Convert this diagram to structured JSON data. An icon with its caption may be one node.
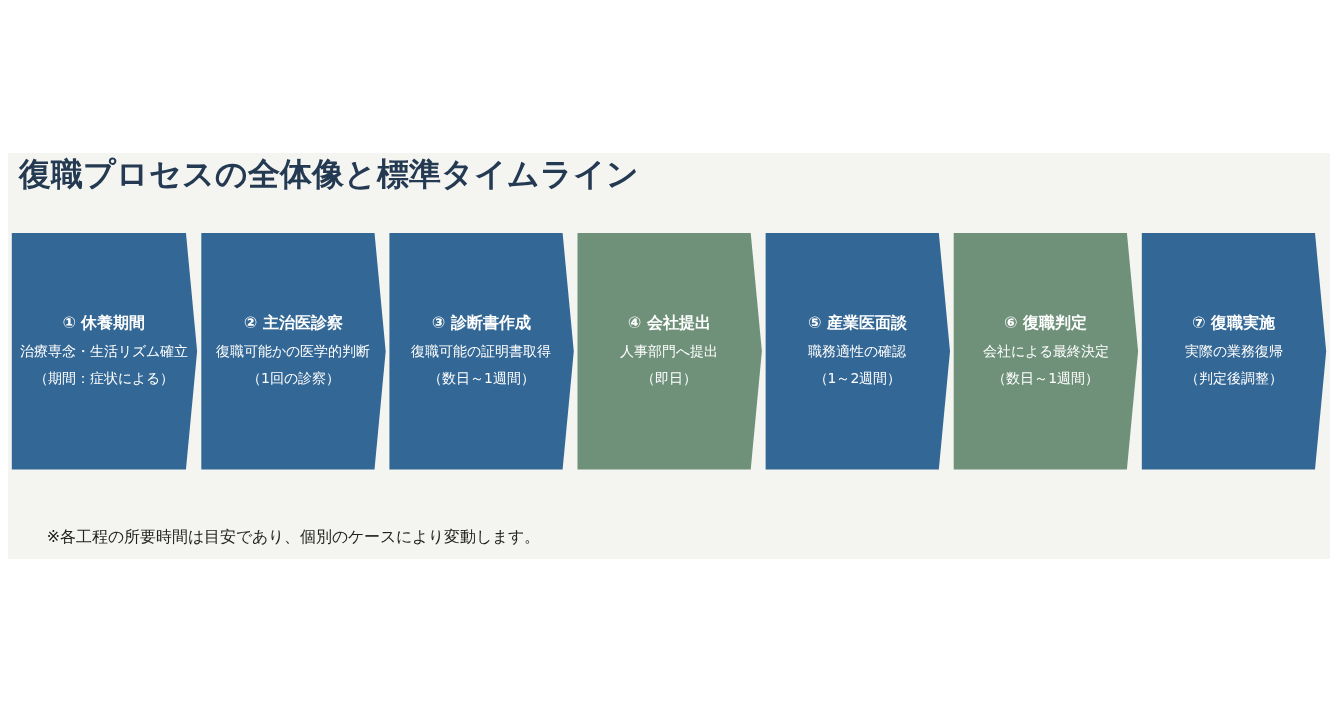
{
  "diagram": {
    "title": "復職プロセスの全体像と標準タイムライン",
    "nodes": [
      {
        "text": [
          "① 休養期間",
          "治療専念・生活リズム確立",
          "（期間：症状による）"
        ]
      },
      {
        "text": [
          "② 主治医診察",
          "復職可能かの医学的判断",
          "（1回の診察）"
        ]
      },
      {
        "text": [
          "③ 診断書作成",
          "復職可能の証明書取得",
          "（数日～1週間）"
        ]
      },
      {
        "text": [
          "④ 会社提出",
          "人事部門へ提出",
          "（即日）"
        ]
      },
      {
        "text": [
          "⑤ 産業医面談",
          "職務適性の確認",
          "（1～2週間）"
        ]
      },
      {
        "text": [
          "⑥ 復職判定",
          "会社による最終決定",
          "（数日～1週間）"
        ]
      },
      {
        "text": [
          "⑦ 復職実施",
          "実際の業務復帰",
          "（判定後調整）"
        ]
      }
    ],
    "labels": [
      "※各工程の所要時間は目安であり、個別のケースにより変動します。"
    ]
  }
}
